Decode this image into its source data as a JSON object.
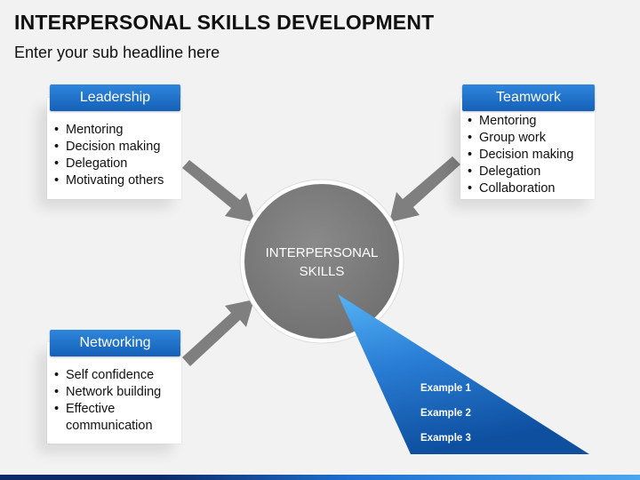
{
  "header": {
    "title": "INTERPERSONAL SKILLS DEVELOPMENT",
    "subtitle": "Enter your sub headline here"
  },
  "center": {
    "label_line1": "INTERPERSONAL",
    "label_line2": "SKILLS"
  },
  "cards": {
    "leadership": {
      "title": "Leadership",
      "items": [
        "Mentoring",
        "Decision making",
        "Delegation",
        "Motivating others"
      ]
    },
    "teamwork": {
      "title": "Teamwork",
      "items": [
        "Mentoring",
        "Group work",
        "Decision making",
        "Delegation",
        "Collaboration"
      ]
    },
    "networking": {
      "title": "Networking",
      "items": [
        "Self confidence",
        "Network building",
        "Effective",
        "communication"
      ]
    }
  },
  "examples": [
    "Example 1",
    "Example 2",
    "Example 3"
  ],
  "colors": {
    "accent_blue": "#1a6fcf",
    "circle_gray": "#7f7f7f",
    "arrow_gray": "#808080",
    "background": "#f2f2f2"
  }
}
